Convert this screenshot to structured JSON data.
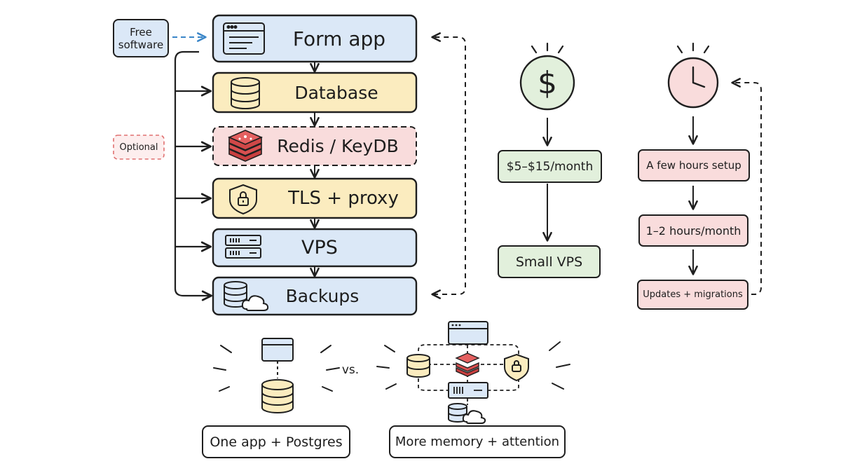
{
  "stack": {
    "free_software": "Free\nsoftware",
    "optional_tag": "Optional",
    "layers": [
      {
        "label": "Form app",
        "icon": "browser-window-icon",
        "color": "blue"
      },
      {
        "label": "Database",
        "icon": "database-icon",
        "color": "yellow"
      },
      {
        "label": "Redis / KeyDB",
        "icon": "redis-icon",
        "color": "red",
        "optional": true
      },
      {
        "label": "TLS + proxy",
        "icon": "lock-shield-icon",
        "color": "yellow"
      },
      {
        "label": "VPS",
        "icon": "server-icon",
        "color": "blue"
      },
      {
        "label": "Backups",
        "icon": "database-cloud-icon",
        "color": "blue"
      }
    ]
  },
  "cost": {
    "icon": "dollar-icon",
    "price": "$5–$15/month",
    "server": "Small VPS"
  },
  "time": {
    "icon": "clock-icon",
    "setup": "A few hours setup",
    "monthly": "1–2 hours/month",
    "maintenance": "Updates + migrations"
  },
  "comparison": {
    "left_label": "One app + Postgres",
    "vs": "vs.",
    "right_label": "More memory + attention"
  },
  "colors": {
    "blue": "#dbe8f7",
    "yellow": "#fbecbf",
    "red": "#f9dcdc",
    "green": "#e2f0dc",
    "stroke": "#1f1f1f",
    "accent_blue": "#3a86c8",
    "optional_red": "#e07070"
  }
}
